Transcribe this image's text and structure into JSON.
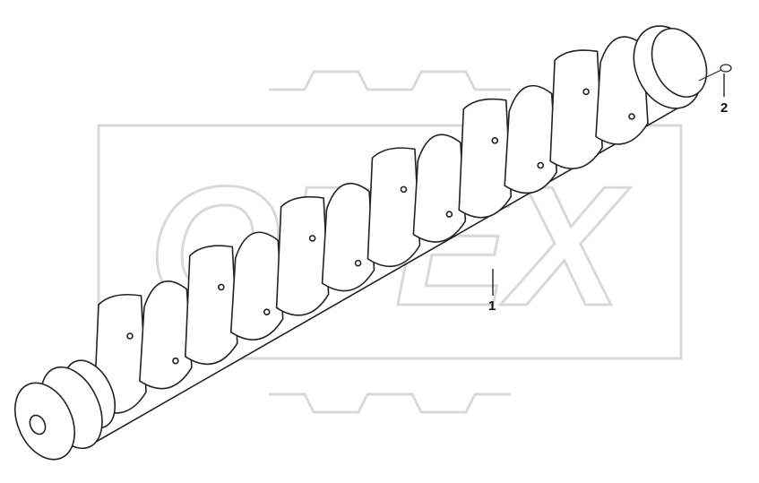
{
  "diagram": {
    "watermark": "OPEX",
    "parts": [
      {
        "callout": "1",
        "part": "crankshaft"
      },
      {
        "callout": "2",
        "part": "pin"
      }
    ],
    "colors": {
      "line": "#222222",
      "watermark": "#d8d8d8"
    }
  }
}
